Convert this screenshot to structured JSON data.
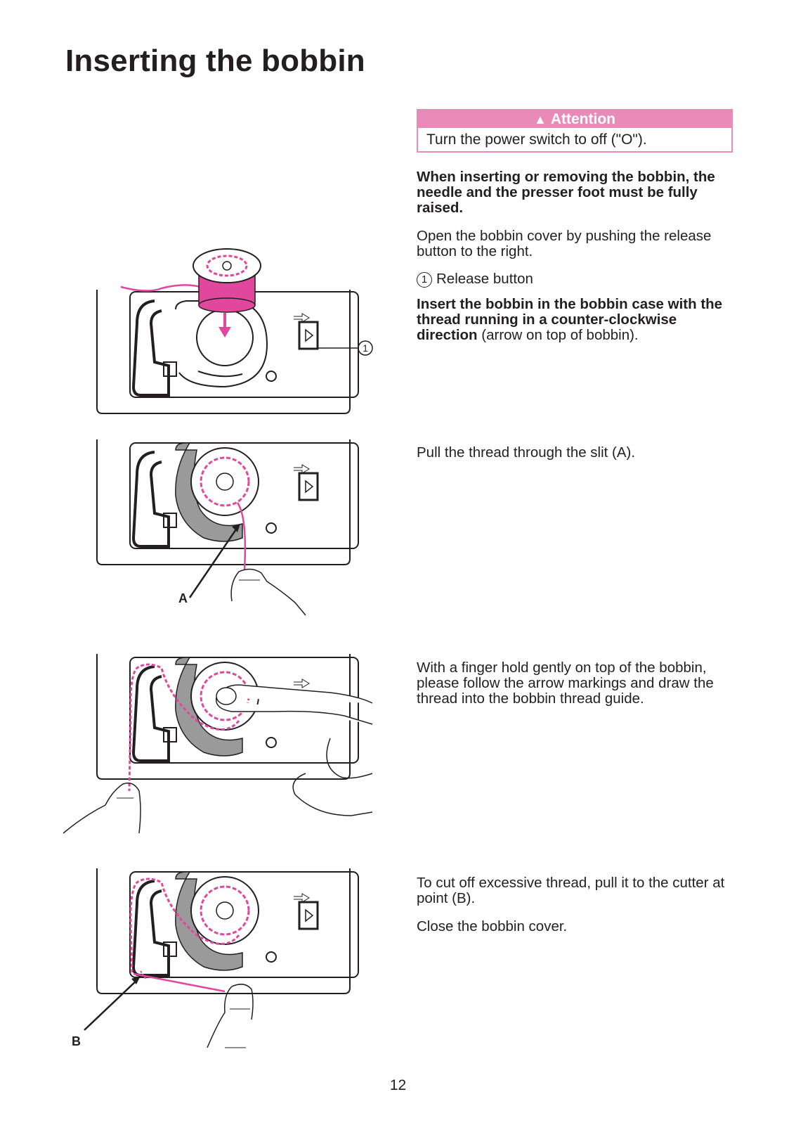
{
  "page": {
    "title": "Inserting the bobbin",
    "page_number": "12"
  },
  "attention": {
    "heading": "Attention",
    "icon": "warning-triangle-icon",
    "text": "Turn the power switch to off (\"O\")."
  },
  "steps": {
    "warning_bold": "When inserting or removing the bobbin, the needle and the presser foot must be fully raised.",
    "open_cover": "Open the bobbin cover by pushing the release button to the right.",
    "release_num": "1",
    "release_label": "Release button",
    "insert_bold": "Insert the bobbin in the bobbin case with the thread running in a counter-clockwise direction",
    "insert_rest": " (arrow on top of bobbin).",
    "pull_slit": "Pull the thread through the slit (A).",
    "finger_hold": "With a finger hold gently on top of the bobbin, please follow the arrow markings and draw the thread into the bobbin thread guide.",
    "cut_thread": "To cut off excessive thread, pull it to the cutter at point (B).",
    "close_cover": "Close the bobbin cover."
  },
  "figures": {
    "label_1": "1",
    "label_a": "A",
    "label_b": "B"
  },
  "colors": {
    "accent": "#e98bb8",
    "thread": "#e0479d",
    "line": "#231f20",
    "shade": "#9a9a9a"
  }
}
